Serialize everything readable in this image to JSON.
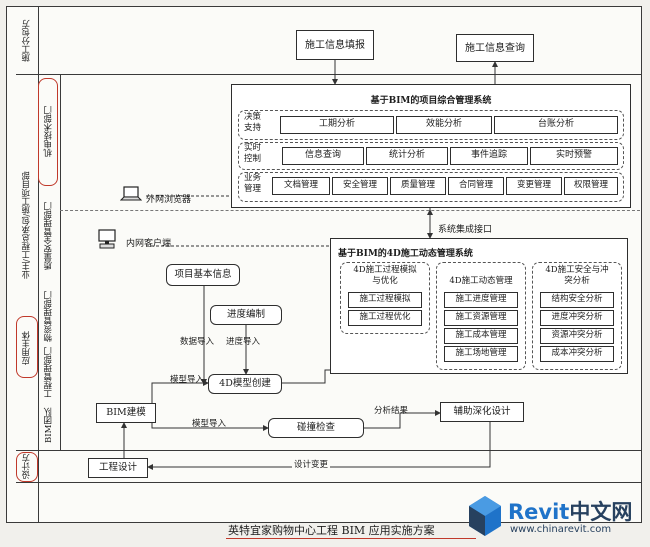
{
  "lanes": {
    "subcontractor": "施工分包方",
    "owner_group": "业主/工程总承包/施工项目部",
    "app_subject": "应用主体",
    "tech_dept": "机电技术部门",
    "quality_dept": "质量安全管理部门",
    "material_dept": "物资管理部门",
    "eng_dept": "工程管理部门",
    "bim_team": "BIM团队",
    "design": "设计方"
  },
  "top_boxes": {
    "fill": "施工信息填报",
    "query": "施工信息查询"
  },
  "system_top": {
    "title": "基于BIM的项目综合管理系统",
    "rows": [
      {
        "label": "决策\n支持",
        "items": [
          "工期分析",
          "效能分析",
          "台账分析"
        ]
      },
      {
        "label": "实时\n控制",
        "items": [
          "信息查询",
          "统计分析",
          "事件追踪",
          "实时预警"
        ]
      },
      {
        "label": "业务\n管理",
        "items": [
          "文档管理",
          "安全管理",
          "质量管理",
          "合同管理",
          "变更管理",
          "权限管理"
        ]
      }
    ]
  },
  "clients": {
    "external": "外网浏览器",
    "internal": "内网客户端"
  },
  "integration": "系统集成接口",
  "system_4d": {
    "title": "基于BIM的4D施工动态管理系统",
    "groups": [
      {
        "title": "4D施工过程模拟\n与优化",
        "items": [
          "施工过程模拟",
          "施工过程优化"
        ]
      },
      {
        "title": "4D施工动态管理",
        "items": [
          "施工进度管理",
          "施工资源管理",
          "施工成本管理",
          "施工场地管理"
        ]
      },
      {
        "title": "4D施工安全与冲\n突分析",
        "items": [
          "结构安全分析",
          "进度冲突分析",
          "资源冲突分析",
          "成本冲突分析"
        ]
      }
    ]
  },
  "flow": {
    "project_info": "项目基本信息",
    "schedule": "进度编制",
    "data_import": "数据导入",
    "progress_import": "进度导入",
    "model_import_1": "模型导入",
    "model_create": "4D模型创建",
    "bim_model": "BIM建模",
    "model_import_2": "模型导入",
    "clash": "碰撞检查",
    "analysis_result": "分析结果",
    "deepen": "辅助深化设计",
    "eng_design": "工程设计",
    "design_change": "设计变更"
  },
  "caption": "英特宜家购物中心工程 BIM 应用实施方案",
  "watermark": {
    "brand_a": "Revit",
    "brand_b": "中文网",
    "url": "www.chinarevit.com"
  },
  "colors": {
    "red_mark": "#c0392b",
    "brand_blue": "#1f73c9",
    "brand_dark": "#27415f"
  }
}
